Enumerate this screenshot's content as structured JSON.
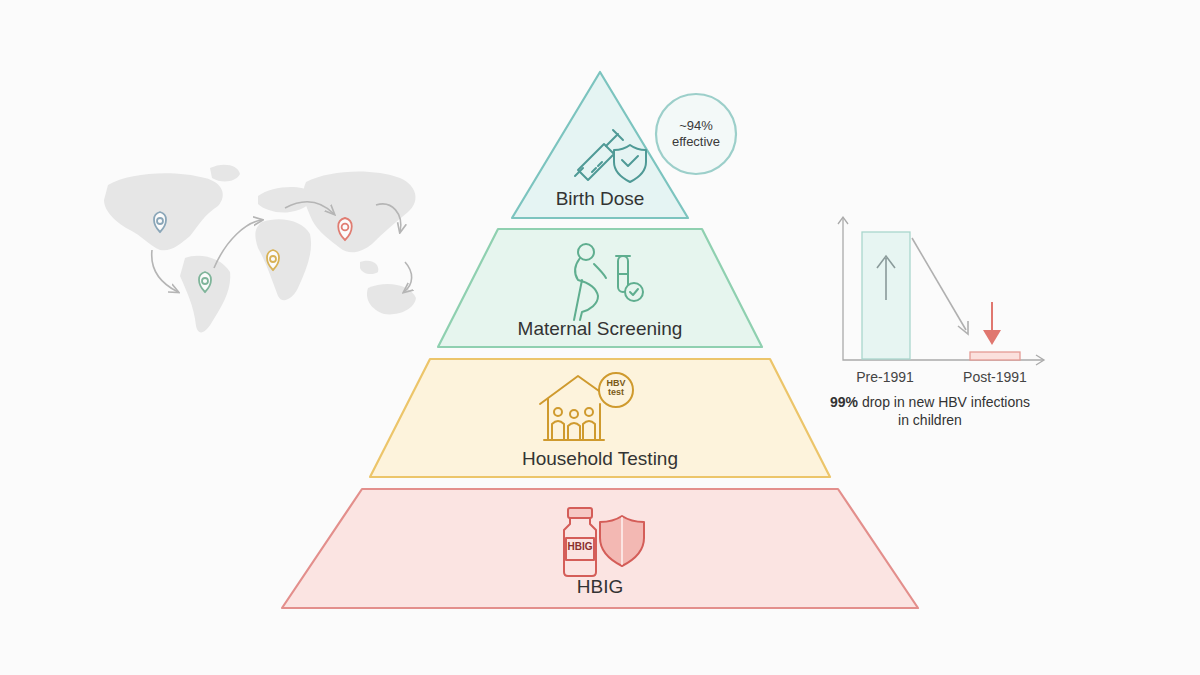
{
  "diagram": {
    "nodes": [
      {
        "text": [
          "Birth Dose"
        ]
      },
      {
        "text": [
          "~94% effective"
        ]
      },
      {
        "text": [
          "Maternal Screening"
        ]
      },
      {
        "text": [
          "Household Testing"
        ]
      },
      {
        "text": [
          "HBIG"
        ]
      }
    ],
    "labels": [
      "HBV test",
      "HBIG",
      "Pre-1991",
      "Post-1991",
      "99%",
      "drop in new HBV infections in children"
    ]
  }
}
